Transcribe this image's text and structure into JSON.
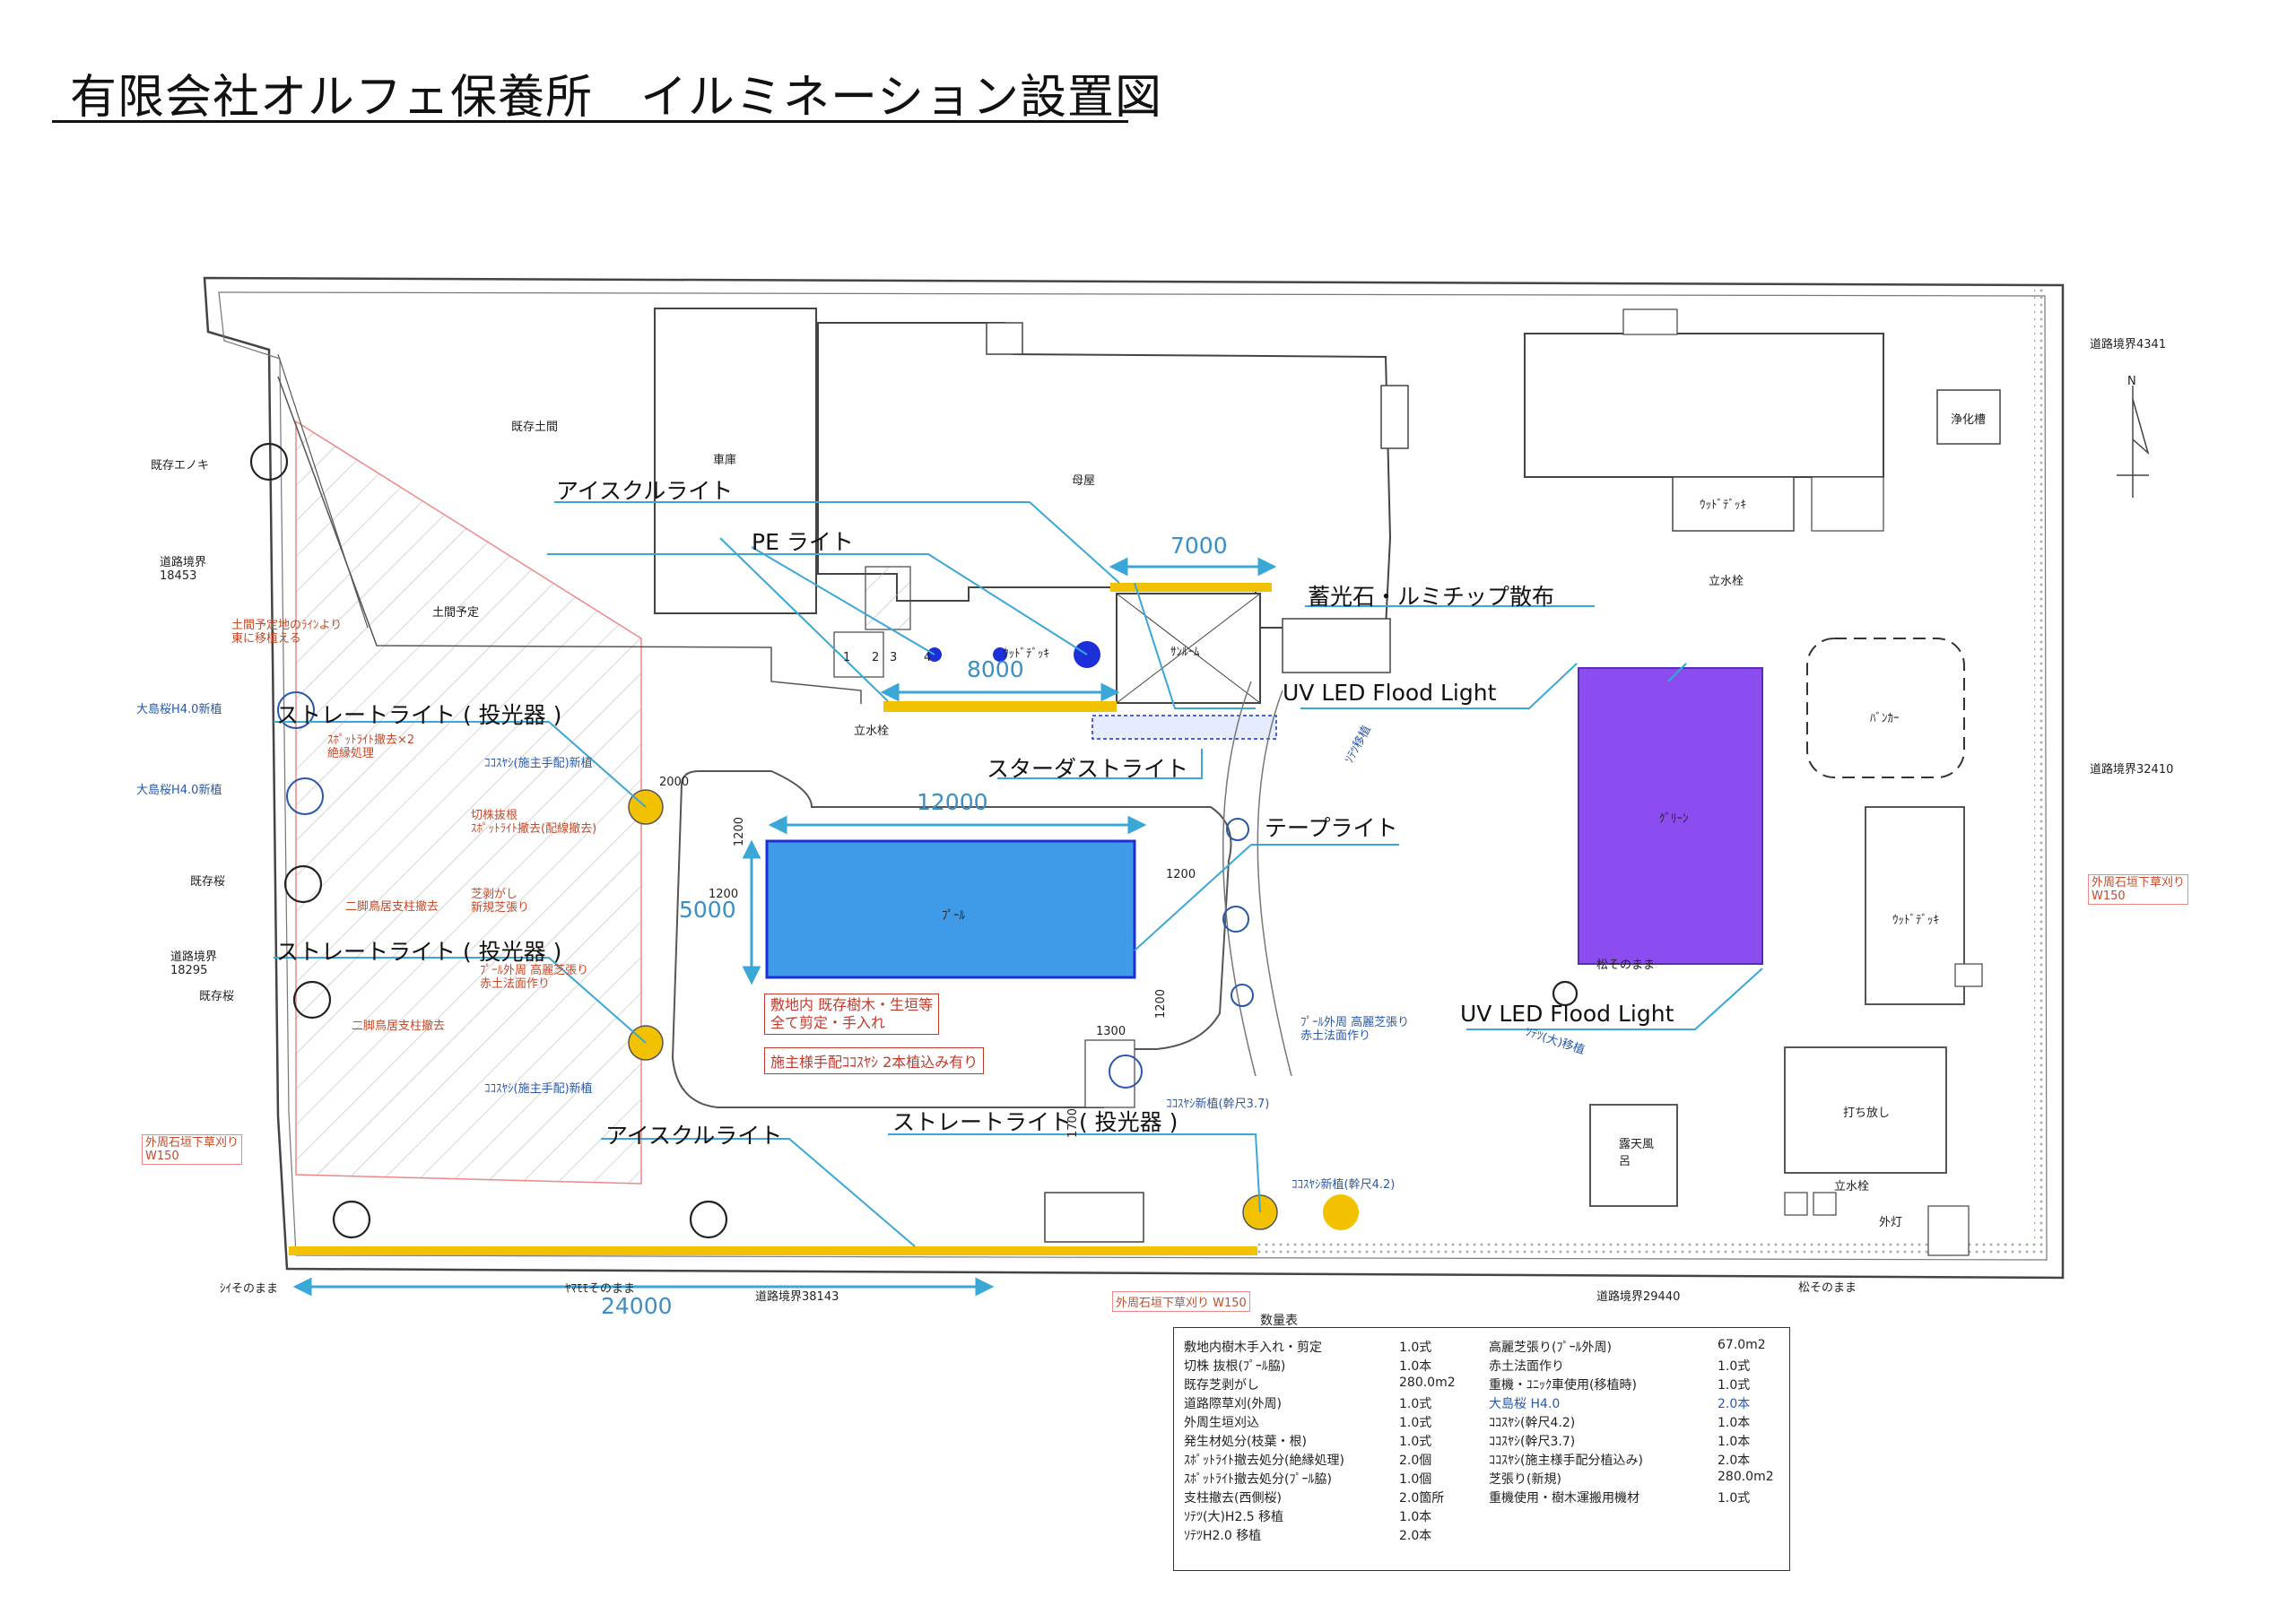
{
  "title": "有限会社オルフェ保養所　イルミネーション設置図",
  "callouts": {
    "ice_light_1": "アイスクルライト",
    "pe_light": "PE ライト",
    "dim_7000": "7000",
    "luminous_stone": "蓄光石・ルミチップ散布",
    "dim_8000": "8000",
    "uv_flood_1": "UV LED Flood Light",
    "straight_light_1": "ストレートライト ( 投光器 )",
    "stardust_light": "スターダストライト",
    "dim_12000": "12000",
    "tape_light": "テープライト",
    "dim_5000": "5000",
    "straight_light_2": "ストレートライト ( 投光器 )",
    "uv_flood_2": "UV LED Flood Light",
    "straight_light_3": "ストレートライト ( 投光器 )",
    "ice_light_2": "アイスクルライト",
    "dim_24000": "24000"
  },
  "plan_labels": {
    "existing_dirt_floor": "既存土間",
    "garage": "車庫",
    "main_house": "母屋",
    "planned_dirt_floor": "土間予定",
    "wood_deck_1": "ｳｯﾄﾞﾃﾞｯｷ",
    "sunroom": "ｻﾝﾙｰﾑ",
    "standpipe_1": "立水栓",
    "septic": "浄化槽",
    "wood_deck_2": "ｳｯﾄﾞﾃﾞｯｷ",
    "standpipe_2": "立水栓",
    "bunker": "ﾊﾞﾝｶｰ",
    "green": "ｸﾞﾘｰﾝ",
    "pool": "ﾌﾟｰﾙ",
    "wood_deck_3": "ｳｯﾄﾞﾃﾞｯｷ",
    "pine_keep_1": "松そのまま",
    "bare_concrete": "打ち放し",
    "outdoor_bath": "露天風呂",
    "standpipe_3": "立水栓",
    "outdoor_light": "外灯",
    "pine_keep_2": "松そのまま",
    "existing_enoki": "既存エノキ",
    "road_boundary_18453": "道路境界\n18453",
    "road_boundary_4341": "道路境界4341",
    "road_boundary_32410": "道路境界32410",
    "road_boundary_18295": "道路境界\n18295",
    "road_boundary_38143": "道路境界38143",
    "road_boundary_29440": "道路境界29440",
    "existing_sakura_1": "既存桜",
    "existing_sakura_2": "既存桜",
    "oshima_sakura_1": "大島桜H4.0新植",
    "oshima_sakura_2": "大島桜H4.0新植",
    "shii_keep": "ｼｲそのまま",
    "yamamomo_keep": "ﾔﾏﾓﾓそのまま",
    "outer_grass_1": "外周石垣下草刈り\nW150",
    "outer_grass_2": "外周石垣下草刈り\nW150",
    "outer_grass_3": "外周石垣下草刈り W150",
    "plant_row_note": "土間予定地のﾗｲﾝより\n東に移植える",
    "spot_remove": "ｽﾎﾟｯﾄﾗｲﾄ撤去×2\n絶縁処理",
    "cut_stump": "切株抜根\nｽﾎﾟｯﾄﾗｲﾄ撤去(配線撤去)",
    "palm_new_1": "ｺｺｽﾔｼ(施主手配)新植",
    "palm_new_2": "ｺｺｽﾔｼ(施主手配)新植",
    "turf_remove": "芝剥がし\n新規芝張り",
    "pole_remove_1": "二脚鳥居支柱撤去",
    "pole_remove_2": "二脚鳥居支柱撤去",
    "pool_turf": "ﾌﾟｰﾙ外周 高麗芝張り\n赤土法面作り",
    "prune_note": "敷地内 既存樹木・生垣等\n全て剪定・手入れ",
    "owner_palm_note": "施主様手配ｺｺｽﾔｼ 2本植込み有り",
    "pool_turf_2": "ﾌﾟｰﾙ外周 高麗芝張り\n赤土法面作り",
    "palm_37": "ｺｺｽﾔｼ新植(幹尺3.7)",
    "palm_42": "ｺｺｽﾔｼ新植(幹尺4.2)",
    "sotetsu_move": "ｿﾃﾂ移植",
    "sotetsu_move_2": "ｿﾃﾂ(大)移植",
    "dim_2000": "2000",
    "dim_1200a": "1200",
    "dim_1200b": "1200",
    "dim_1200c": "1200",
    "dim_1200d": "1200",
    "dim_1300": "1300",
    "dim_1700": "1700",
    "num_1": "1",
    "num_2": "2",
    "num_3": "3",
    "num_4": "4",
    "north": "N"
  },
  "quantity_table": {
    "title": "数量表",
    "left": [
      {
        "item": "敷地内樹木手入れ・剪定",
        "qty": "1.0式"
      },
      {
        "item": "切株 抜根(ﾌﾟｰﾙ脇)",
        "qty": "1.0本"
      },
      {
        "item": "既存芝剥がし",
        "qty": "280.0m2"
      },
      {
        "item": "道路際草刈(外周)",
        "qty": "1.0式"
      },
      {
        "item": "外周生垣刈込",
        "qty": "1.0式"
      },
      {
        "item": "発生材処分(枝葉・根)",
        "qty": "1.0式"
      },
      {
        "item": "ｽﾎﾟｯﾄﾗｲﾄ撤去処分(絶縁処理)",
        "qty": "2.0個"
      },
      {
        "item": "ｽﾎﾟｯﾄﾗｲﾄ撤去処分(ﾌﾟｰﾙ脇)",
        "qty": "1.0個"
      },
      {
        "item": "支柱撤去(西側桜)",
        "qty": "2.0箇所"
      },
      {
        "item": "ｿﾃﾂ(大)H2.5 移植",
        "qty": "1.0本"
      },
      {
        "item": "ｿﾃﾂH2.0 移植",
        "qty": "2.0本"
      }
    ],
    "right": [
      {
        "item": "高麗芝張り(ﾌﾟｰﾙ外周)",
        "qty": "67.0m2"
      },
      {
        "item": "赤土法面作り",
        "qty": "1.0式"
      },
      {
        "item": "重機・ﾕﾆｯｸ車使用(移植時)",
        "qty": "1.0式"
      },
      {
        "item": "大島桜 H4.0",
        "qty": "2.0本"
      },
      {
        "item": "ｺｺｽﾔｼ(幹尺4.2)",
        "qty": "1.0本"
      },
      {
        "item": "ｺｺｽﾔｼ(幹尺3.7)",
        "qty": "1.0本"
      },
      {
        "item": "ｺｺｽﾔｼ(施主様手配分植込み)",
        "qty": "2.0本"
      },
      {
        "item": "芝張り(新規)",
        "qty": "280.0m2"
      },
      {
        "item": "重機使用・樹木運搬用機材",
        "qty": "1.0式"
      }
    ]
  },
  "colors": {
    "callout_line": "#3aa7d6",
    "pool": "#3f9ae8",
    "green": "#8b4cf0",
    "yellow_bar": "#f2c200",
    "blue_dot": "#1c2fd8",
    "yellow_dot": "#f2c200"
  }
}
